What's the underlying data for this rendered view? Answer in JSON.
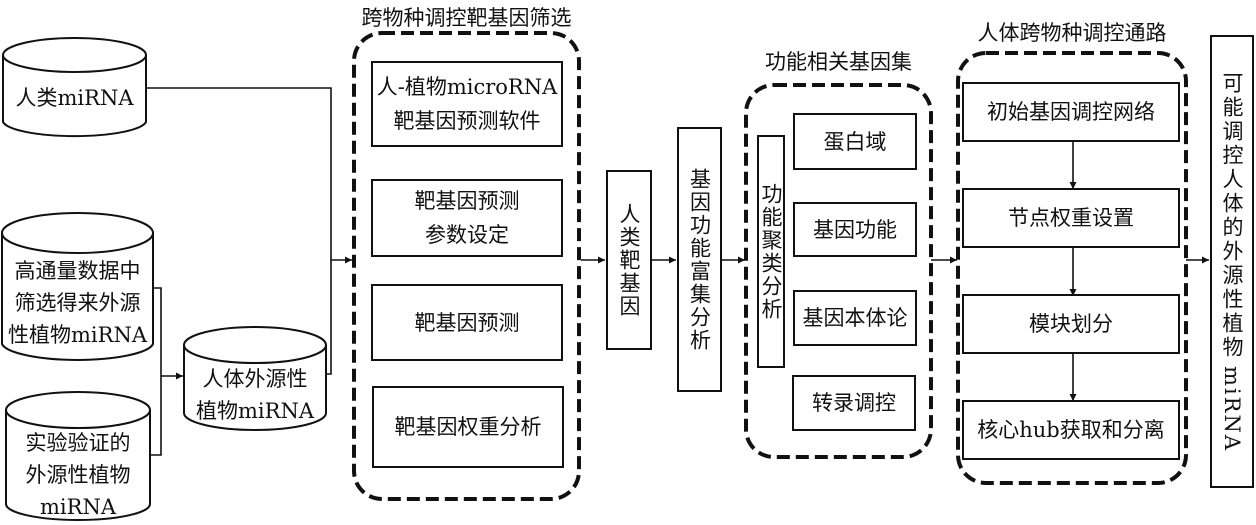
{
  "diagram": {
    "sources": {
      "human_mirna": "人类miRNA",
      "high_throughput": [
        "高通量数据中",
        "筛选得来外源",
        "性植物miRNA"
      ],
      "validated": [
        "实验验证的",
        "外源性植物",
        "miRNA"
      ],
      "merged": [
        "人体外源性",
        "植物miRNA"
      ]
    },
    "group1": {
      "title": "跨物种调控靶基因筛选",
      "steps": [
        [
          "人-植物microRNA",
          "靶基因预测软件"
        ],
        [
          "靶基因预测",
          "参数设定"
        ],
        [
          "靶基因预测"
        ],
        [
          "靶基因权重分析"
        ]
      ]
    },
    "human_targets": "人类靶基因",
    "enrichment": "基因功能富集分析",
    "group2": {
      "title": "功能相关基因集",
      "cluster_label": "功能聚类分析",
      "items": [
        "蛋白域",
        "基因功能",
        "基因本体论",
        "转录调控"
      ]
    },
    "group3": {
      "title": "人体跨物种调控通路",
      "steps": [
        "初始基因调控网络",
        "节点权重设置",
        "模块划分",
        "核心hub获取和分离"
      ]
    },
    "output": {
      "chinese": "可能调控人体的外源性植物",
      "latin": "miRNA"
    },
    "colors": {
      "stroke": "#111111",
      "background": "#ffffff"
    }
  }
}
